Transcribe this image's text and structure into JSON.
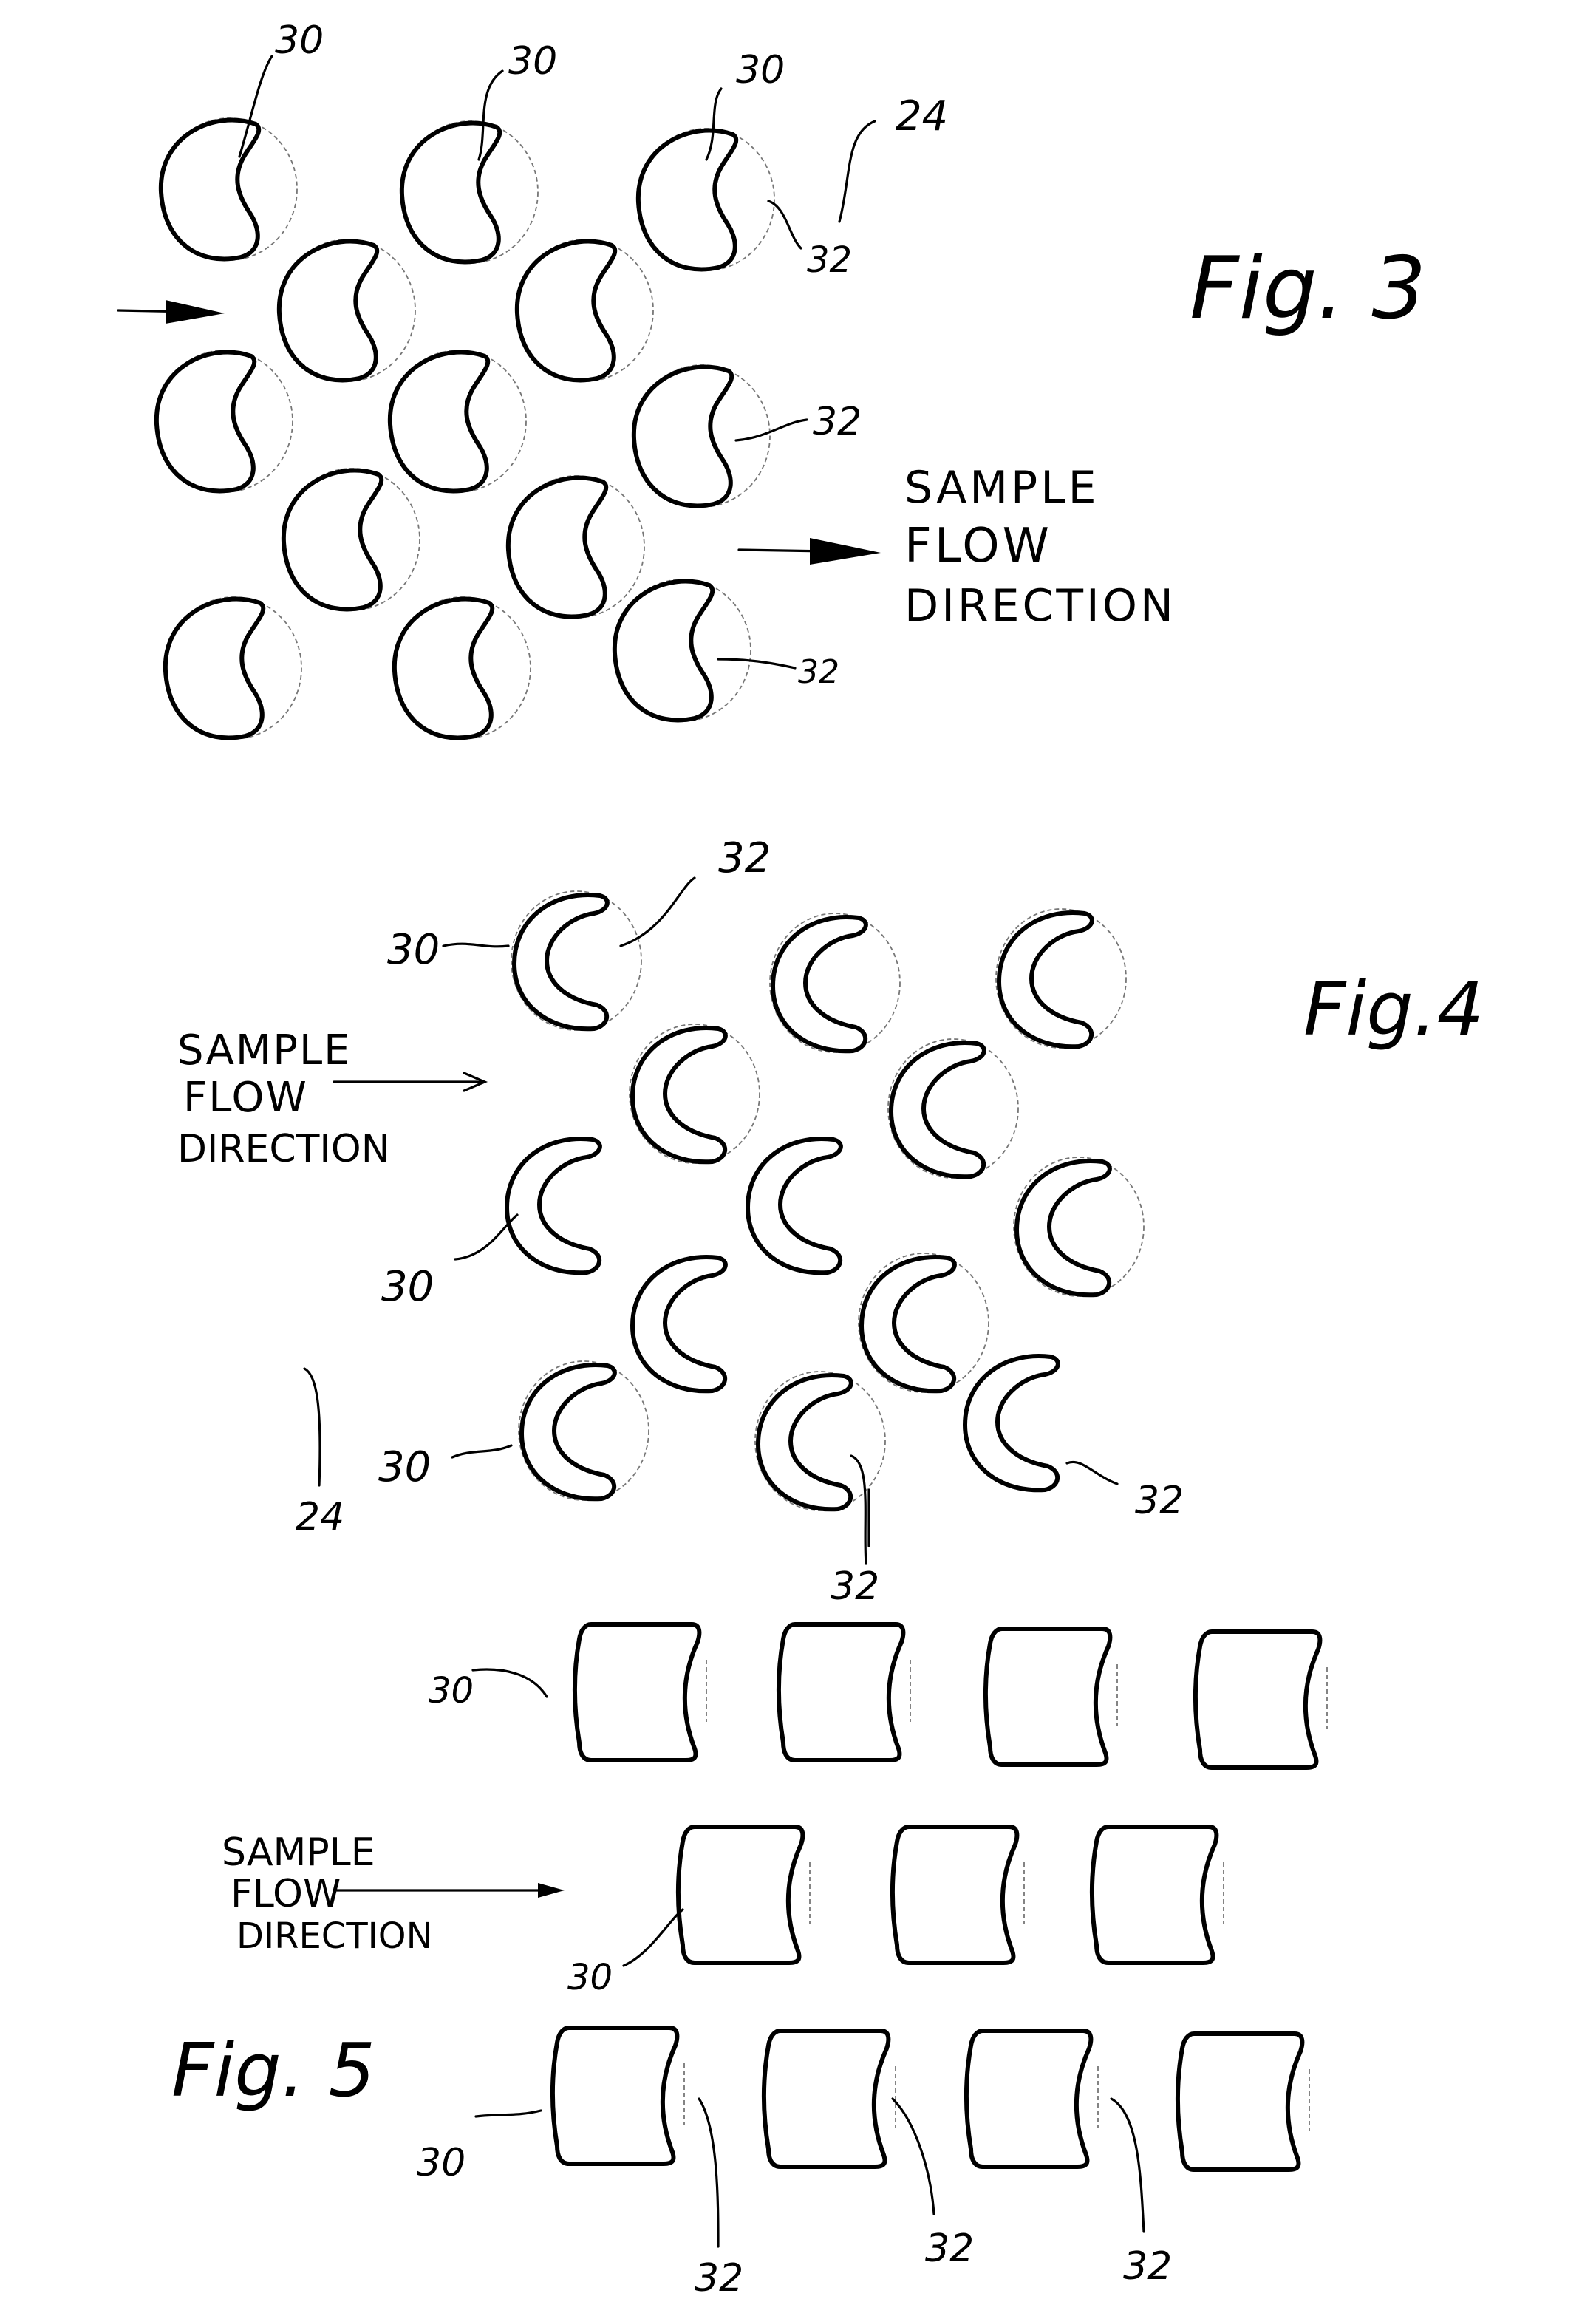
{
  "document": {
    "type": "patent drawing sheet",
    "background": "#ffffff",
    "ink_color": "#000000"
  },
  "fig3": {
    "title": "Fig. 3",
    "flow_label": [
      "SAMPLE",
      "FLOW",
      "DIRECTION"
    ],
    "ref_labels": {
      "post_top_left": "30",
      "post_top_mid": "30",
      "post_top_right": "30",
      "array": "24",
      "cavity_top_right": "32",
      "cavity_mid_right": "32",
      "cavity_bottom_right": "32"
    },
    "rows": [
      {
        "count": 3,
        "offset": false
      },
      {
        "count": 2,
        "offset": true
      },
      {
        "count": 3,
        "offset": false
      },
      {
        "count": 2,
        "offset": true
      },
      {
        "count": 3,
        "offset": false
      }
    ]
  },
  "fig4": {
    "title": "Fig.4",
    "flow_label": [
      "SAMPLE",
      "FLOW",
      "DIRECTION"
    ],
    "ref_labels": {
      "post_top_left": "30",
      "cavity_top_left": "32",
      "post_mid_left": "30",
      "post_bottom_left": "30",
      "array": "24",
      "cavity_bottom_mid": "32",
      "cavity_bottom_right": "32"
    }
  },
  "fig5": {
    "title": "Fig. 5",
    "flow_label": [
      "SAMPLE",
      "FLOW",
      "DIRECTION"
    ],
    "ref_labels": {
      "post_row1": "30",
      "post_row2": "30",
      "post_row3": "30",
      "cavity_row3_a": "32",
      "cavity_row3_b": "32",
      "cavity_row3_c": "32"
    },
    "rows": [
      {
        "count": 4
      },
      {
        "count": 3
      },
      {
        "count": 4
      }
    ]
  }
}
